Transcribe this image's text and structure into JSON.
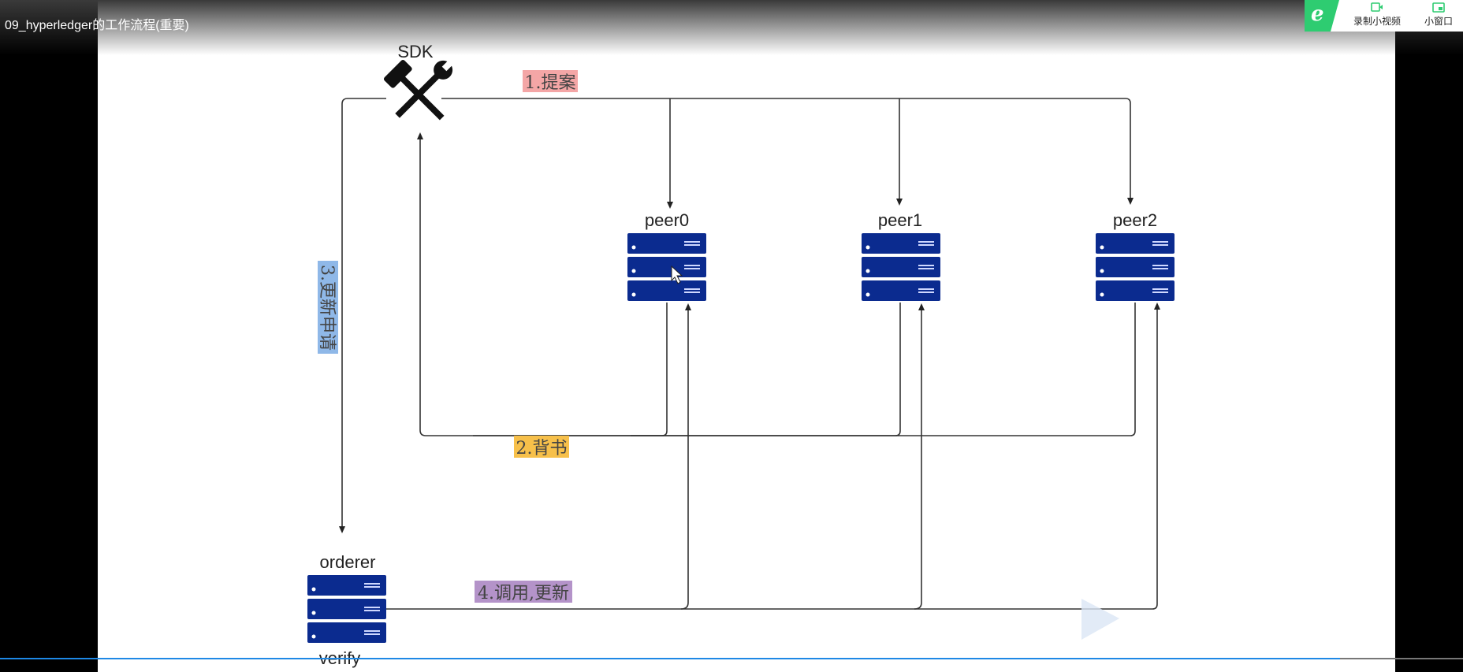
{
  "window": {
    "title": "09_hyperledger的工作流程(重要)"
  },
  "toolbar": {
    "record_label": "录制小视频",
    "mini_label": "小窗口",
    "logo_icon": "browser-e-icon",
    "accent": "#2ecc71"
  },
  "diagram": {
    "sdk_label": "SDK",
    "nodes": [
      {
        "label": "peer0"
      },
      {
        "label": "peer1"
      },
      {
        "label": "peer2"
      }
    ],
    "orderer_label": "orderer",
    "verify_label": "verify",
    "steps": {
      "proposal": "1.提案",
      "endorse": "2.背书",
      "update_request": "3.更新申请",
      "invoke_update": "4.调用,更新"
    },
    "colors": {
      "server": "#0b2b8f",
      "proposal_bg": "#f4a6a6",
      "endorse_bg": "#f7c04a",
      "update_bg": "#8fb8e8",
      "invoke_bg": "#b493c9"
    }
  }
}
